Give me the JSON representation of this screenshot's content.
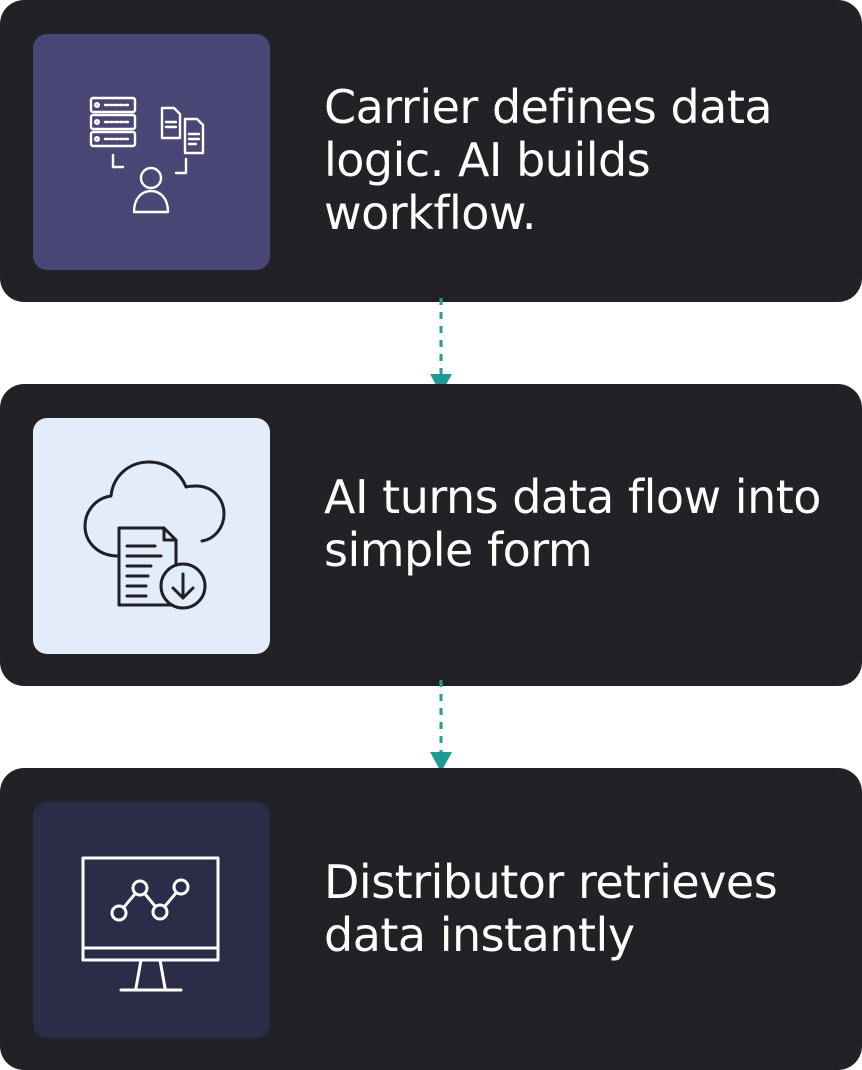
{
  "steps": [
    {
      "text": "Carrier defines data logic. AI builds workflow.",
      "icon": "server-documents-person-icon"
    },
    {
      "text": "AI turns data flow into simple form",
      "icon": "cloud-document-download-icon"
    },
    {
      "text": "Distributor retrieves data instantly",
      "icon": "monitor-chart-icon"
    }
  ],
  "colors": {
    "card_bg": "#222226",
    "icon_bg_1": "#4a4777",
    "icon_bg_2": "#e3ecfb",
    "icon_bg_3": "#2b2c47",
    "connector": "#27a08a"
  }
}
